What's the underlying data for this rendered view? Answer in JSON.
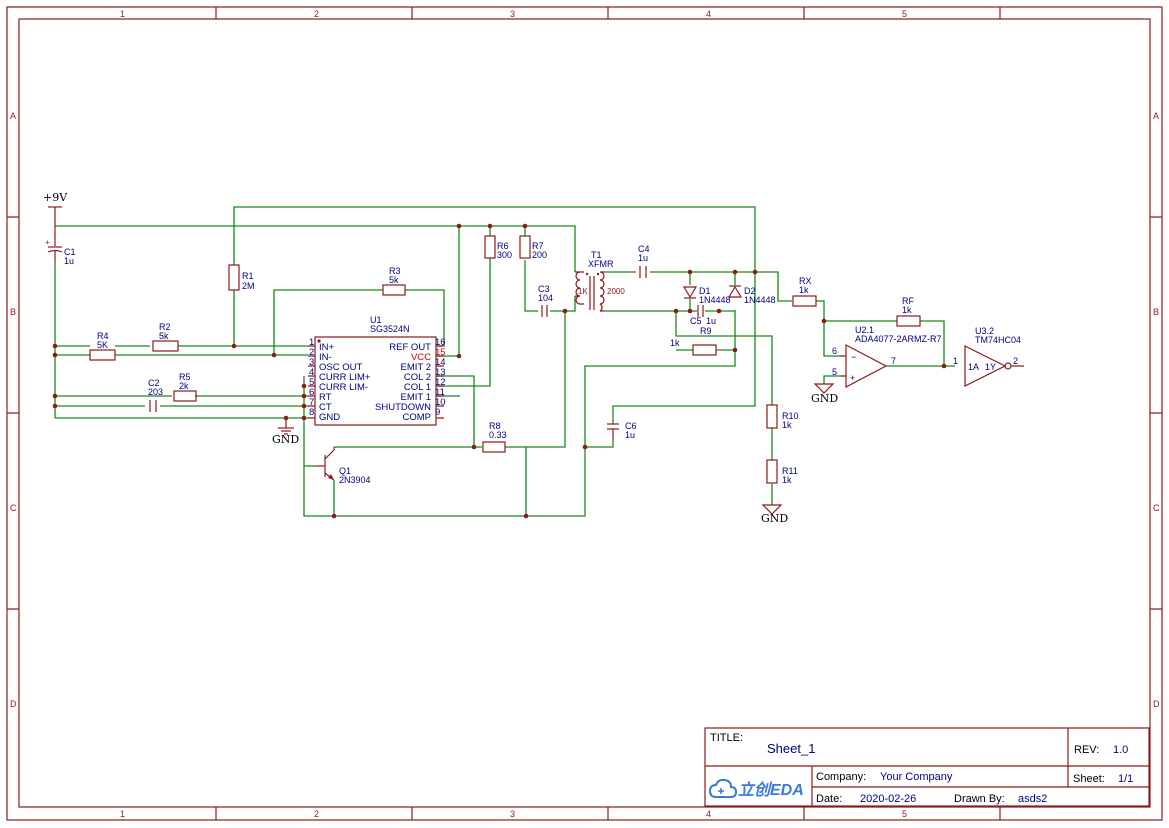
{
  "frame": {
    "columns": [
      "1",
      "2",
      "3",
      "4",
      "5"
    ],
    "rows": [
      "A",
      "B",
      "C",
      "D"
    ]
  },
  "nets": {
    "vplus": "+9V",
    "gnd": "GND"
  },
  "components": {
    "c1": {
      "ref": "C1",
      "value": "1u"
    },
    "r1": {
      "ref": "R1",
      "value": "2M"
    },
    "r4": {
      "ref": "R4",
      "value": "5K"
    },
    "r2": {
      "ref": "R2",
      "value": "5k"
    },
    "r3": {
      "ref": "R3",
      "value": "5k"
    },
    "r5": {
      "ref": "R5",
      "value": "2k"
    },
    "c2": {
      "ref": "C2",
      "value": "203"
    },
    "u1": {
      "ref": "U1",
      "value": "SG3524N",
      "left_pins": [
        {
          "num": "1",
          "name": "IN+"
        },
        {
          "num": "2",
          "name": "IN-"
        },
        {
          "num": "3",
          "name": "OSC OUT"
        },
        {
          "num": "4",
          "name": "CURR LIM+"
        },
        {
          "num": "5",
          "name": "CURR LIM-"
        },
        {
          "num": "6",
          "name": "RT"
        },
        {
          "num": "7",
          "name": "CT"
        },
        {
          "num": "8",
          "name": "GND"
        }
      ],
      "right_pins": [
        {
          "num": "16",
          "name": "REF OUT"
        },
        {
          "num": "15",
          "name": "VCC"
        },
        {
          "num": "14",
          "name": "EMIT 2"
        },
        {
          "num": "13",
          "name": "COL 2"
        },
        {
          "num": "12",
          "name": "COL 1"
        },
        {
          "num": "11",
          "name": "EMIT 1"
        },
        {
          "num": "10",
          "name": "SHUTDOWN"
        },
        {
          "num": "9",
          "name": "COMP"
        }
      ]
    },
    "r6": {
      "ref": "R6",
      "value": "300"
    },
    "r7": {
      "ref": "R7",
      "value": "200"
    },
    "c3": {
      "ref": "C3",
      "value": "104"
    },
    "t1": {
      "ref": "T1",
      "value": "XFMR",
      "primary": "1K",
      "secondary": "2000"
    },
    "c4": {
      "ref": "C4",
      "value": "1u"
    },
    "d1": {
      "ref": "D1",
      "value": "1N4448"
    },
    "d2": {
      "ref": "D2",
      "value": "1N4448"
    },
    "c5": {
      "ref": "C5",
      "value": "1u"
    },
    "r9": {
      "ref": "R9",
      "value": "1k"
    },
    "r8": {
      "ref": "R8",
      "value": "0.33"
    },
    "q1": {
      "ref": "Q1",
      "value": "2N3904"
    },
    "c6": {
      "ref": "C6",
      "value": "1u"
    },
    "r10": {
      "ref": "R10",
      "value": "1k"
    },
    "r11": {
      "ref": "R11",
      "value": "1k"
    },
    "rx": {
      "ref": "RX",
      "value": "1k"
    },
    "rf": {
      "ref": "RF",
      "value": "1k"
    },
    "u21": {
      "ref": "U2.1",
      "value": "ADA4077-2ARMZ-R7",
      "pin_inv": "6",
      "pin_noninv": "5",
      "pin_out": "7",
      "minus": "−",
      "plus": "+"
    },
    "u32": {
      "ref": "U3.2",
      "value": "TM74HC04",
      "pin_in_num": "1",
      "pin_in": "1A",
      "pin_out_name": "1Y",
      "pin_out_num": "2"
    }
  },
  "title_block": {
    "title_label": "TITLE:",
    "title_value": "Sheet_1",
    "rev_label": "REV:",
    "rev_value": "1.0",
    "company_label": "Company:",
    "company_value": "Your Company",
    "sheet_label": "Sheet:",
    "sheet_value": "1/1",
    "date_label": "Date:",
    "date_value": "2020-02-26",
    "drawn_label": "Drawn By:",
    "drawn_value": "asds2",
    "logo_text": "立创EDA",
    "logo_icon": "cloud-logo-icon"
  }
}
